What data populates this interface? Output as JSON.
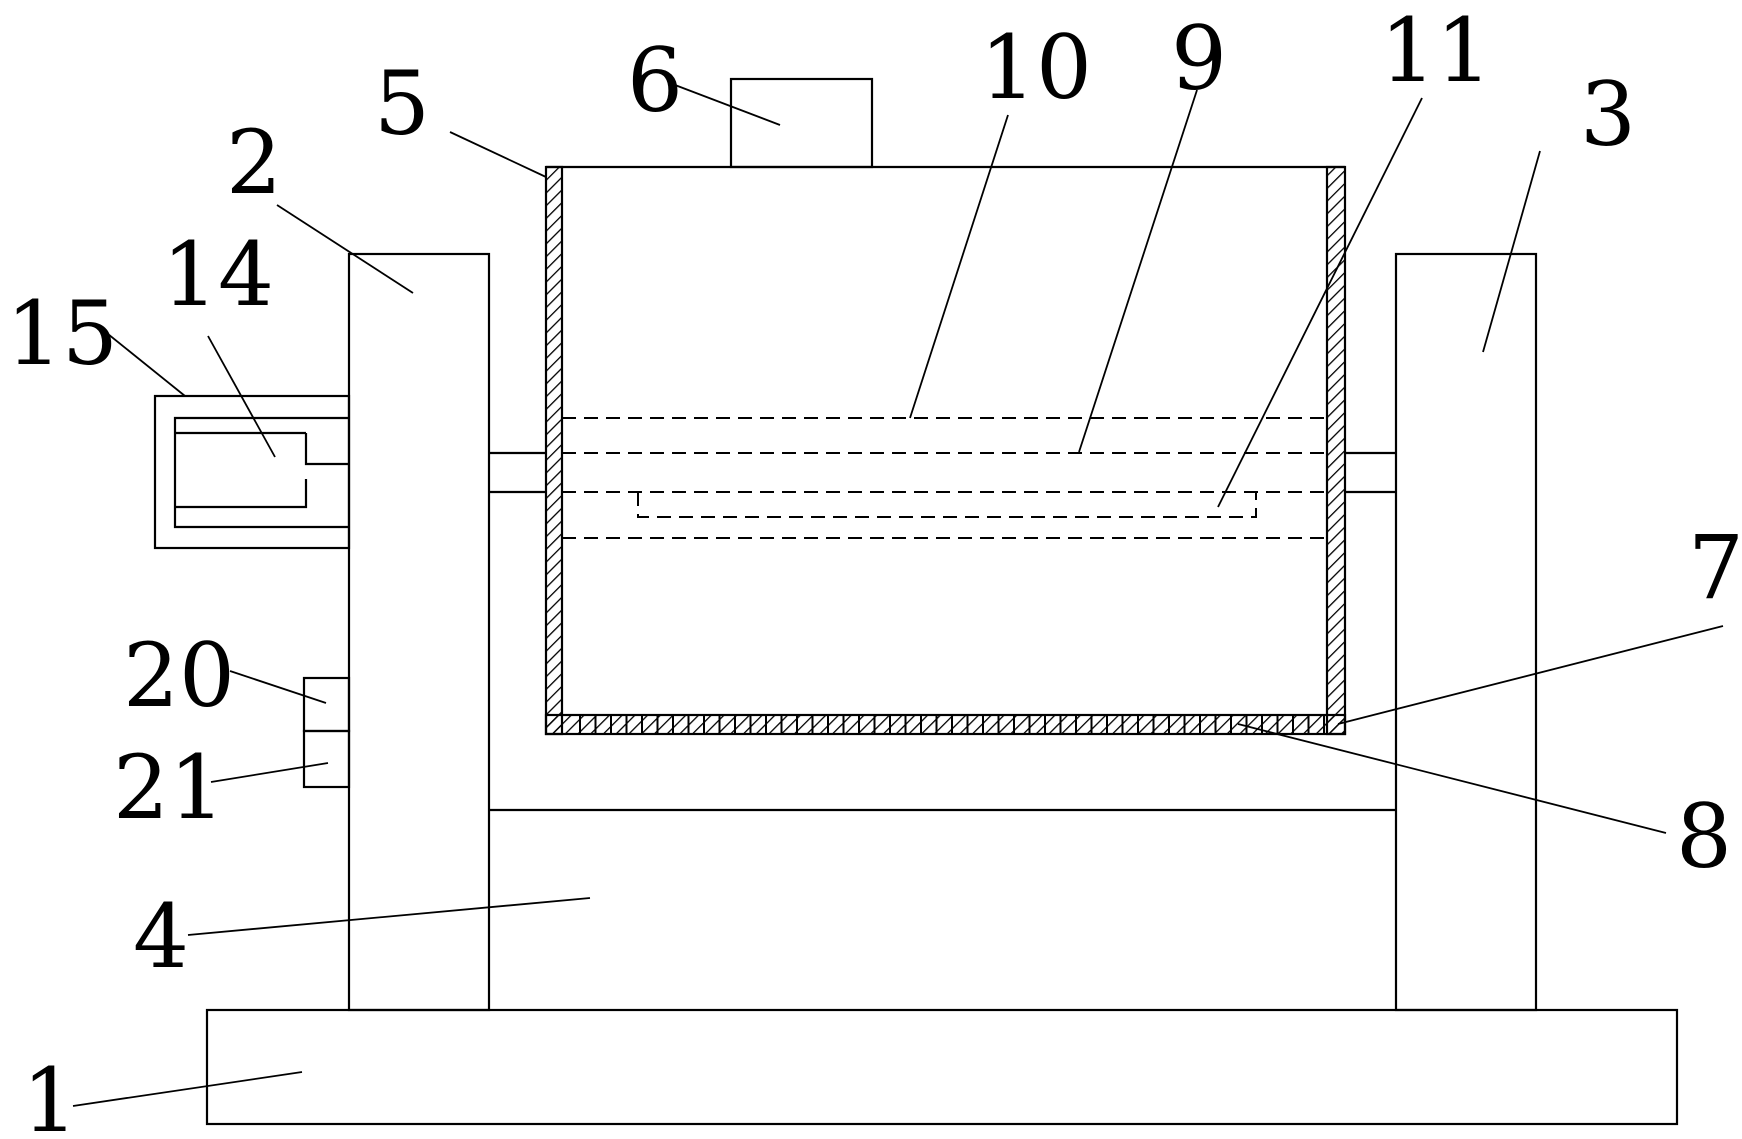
{
  "labels": {
    "l1": "1",
    "l2": "2",
    "l3": "3",
    "l4": "4",
    "l5": "5",
    "l6": "6",
    "l7": "7",
    "l8": "8",
    "l9": "9",
    "l10": "10",
    "l11": "11",
    "l14": "14",
    "l15": "15",
    "l20": "20",
    "l21": "21"
  }
}
